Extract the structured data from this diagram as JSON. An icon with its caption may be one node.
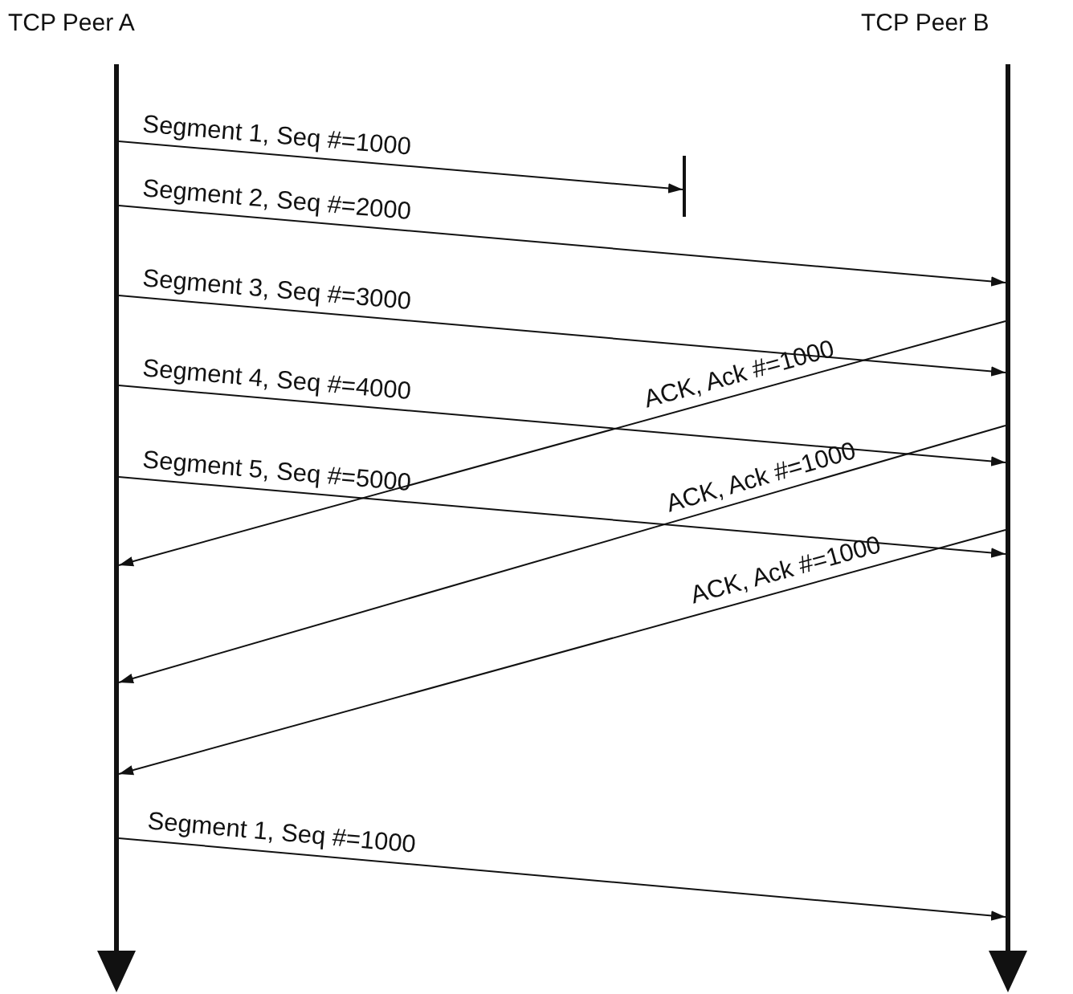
{
  "diagram": {
    "nodes": [
      {
        "text": [],
        "shape": "bar",
        "beside": [
          "TCP Peer A"
        ]
      },
      {
        "text": [],
        "shape": "bar",
        "beside": [
          "TCP Peer B"
        ]
      },
      {
        "text": [],
        "shape": "bar"
      }
    ],
    "edges": [
      {
        "from": 0,
        "to": 2,
        "arrow": "to",
        "label": "Segment 1, Seq #=1000"
      },
      {
        "from": 0,
        "to": 1,
        "arrow": "to",
        "label": "Segment 2, Seq #=2000"
      },
      {
        "from": 0,
        "to": 1,
        "arrow": "to",
        "label": "Segment 3, Seq #=3000"
      },
      {
        "from": 1,
        "to": 0,
        "arrow": "to",
        "label": "ACK, Ack #=1000"
      },
      {
        "from": 0,
        "to": 1,
        "arrow": "to",
        "label": "Segment 4, Seq #=4000"
      },
      {
        "from": 1,
        "to": 0,
        "arrow": "to",
        "label": "ACK, Ack #=1000"
      },
      {
        "from": 0,
        "to": 1,
        "arrow": "to",
        "label": "Segment 5, Seq #=5000"
      },
      {
        "from": 1,
        "to": 0,
        "arrow": "to",
        "label": "ACK, Ack #=1000"
      },
      {
        "from": 0,
        "to": 1,
        "arrow": "to",
        "label": "Segment 1, Seq #=1000"
      }
    ]
  }
}
